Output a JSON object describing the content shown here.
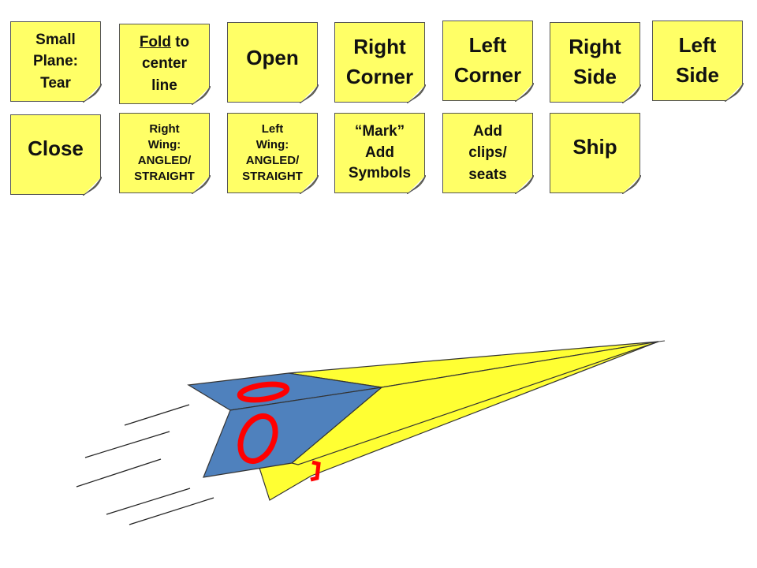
{
  "colors": {
    "note_fill": "#ffff66",
    "note_border": "#555555",
    "plane_yellow": "#ffff33",
    "plane_blue": "#4f81bd",
    "symbol_red": "#ff0000",
    "speed_lines": "#222222"
  },
  "steps": {
    "row1": [
      {
        "id": "small-plane-tear",
        "lines": [
          "Small",
          "Plane:",
          "Tear"
        ]
      },
      {
        "id": "fold-to-center-line",
        "underlined": "Fold",
        "lines": [
          " to",
          "center",
          "line"
        ]
      },
      {
        "id": "open",
        "lines": [
          "Open"
        ]
      },
      {
        "id": "right-corner",
        "lines": [
          "Right",
          "Corner"
        ]
      },
      {
        "id": "left-corner",
        "lines": [
          "Left",
          "Corner"
        ]
      },
      {
        "id": "right-side",
        "lines": [
          "Right",
          "Side"
        ]
      },
      {
        "id": "left-side",
        "lines": [
          "Left",
          "Side"
        ]
      }
    ],
    "row2": [
      {
        "id": "close",
        "lines": [
          "Close"
        ]
      },
      {
        "id": "right-wing",
        "lines": [
          "Right",
          "Wing:",
          "ANGLED/",
          "STRAIGHT"
        ]
      },
      {
        "id": "left-wing",
        "lines": [
          "Left",
          "Wing:",
          "ANGLED/",
          "STRAIGHT"
        ]
      },
      {
        "id": "mark-add-symbols",
        "lines": [
          "“Mark”",
          "Add",
          "Symbols"
        ]
      },
      {
        "id": "add-clips-seats",
        "lines": [
          "Add",
          "clips/",
          "seats"
        ]
      },
      {
        "id": "ship",
        "lines": [
          "Ship"
        ]
      }
    ]
  }
}
